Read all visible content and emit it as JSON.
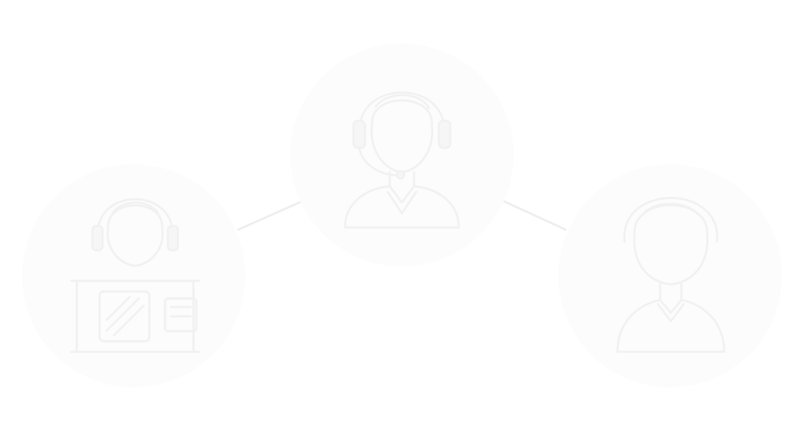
{
  "diagram": {
    "colors": {
      "background": "#ffffff",
      "circle_fill": "#fcfcfc",
      "line": "#eeeeee",
      "icon_stroke": "#f1f1f1",
      "icon_fill": "#f6f6f6"
    },
    "nodes": [
      {
        "id": "center",
        "icon": "customer-support-headset-icon"
      },
      {
        "id": "left",
        "icon": "support-agent-at-desk-icon"
      },
      {
        "id": "right",
        "icon": "user-profile-icon"
      }
    ],
    "connections": [
      {
        "from": "center",
        "to": "left"
      },
      {
        "from": "center",
        "to": "right"
      }
    ]
  }
}
